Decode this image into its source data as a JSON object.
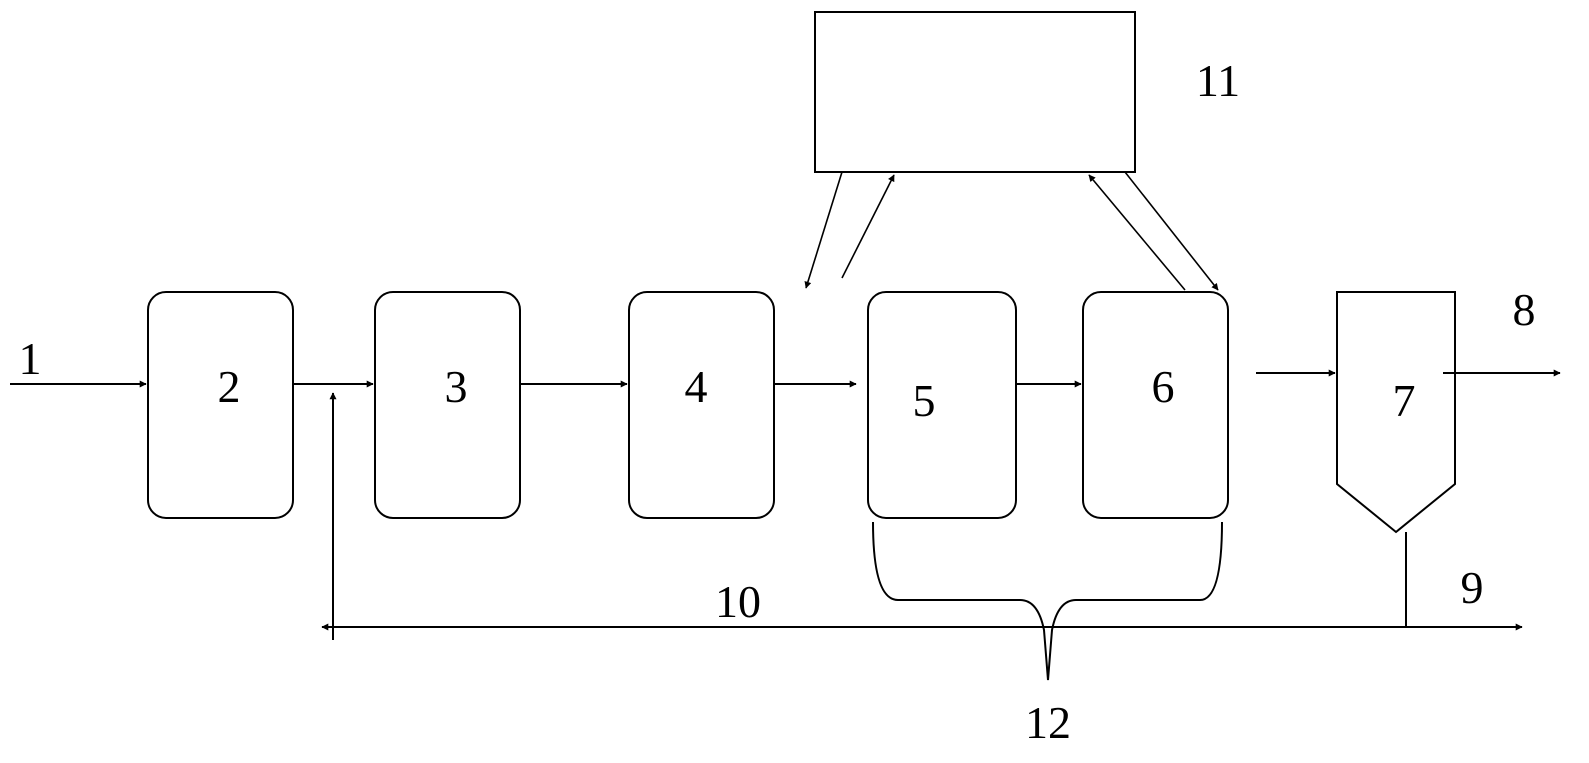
{
  "labels": {
    "n1": "1",
    "n2": "2",
    "n3": "3",
    "n4": "4",
    "n5": "5",
    "n6": "6",
    "n7": "7",
    "n8": "8",
    "n9": "9",
    "n10": "10",
    "n11": "11",
    "n12": "12"
  },
  "colors": {
    "stroke": "#000000",
    "background": "#ffffff"
  }
}
